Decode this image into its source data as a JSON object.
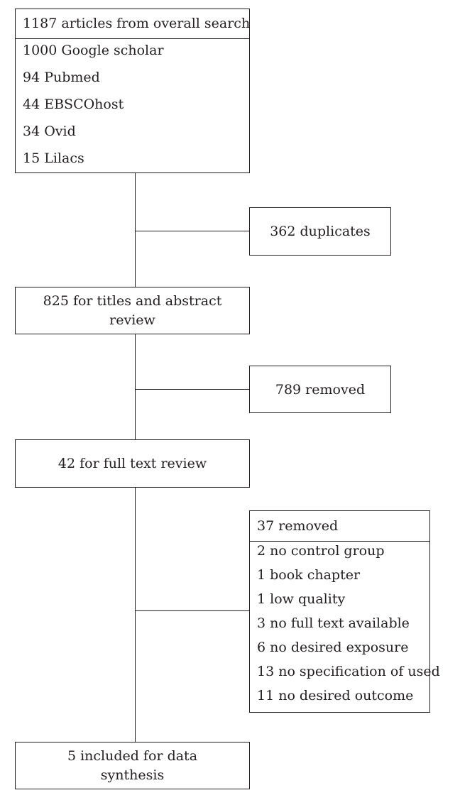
{
  "search": {
    "header": "1187 articles from overall search",
    "sources": [
      "1000 Google scholar",
      "94 Pubmed",
      "44 EBSCOhost",
      "34 Ovid",
      "15 Lilacs"
    ]
  },
  "duplicates": "362 duplicates",
  "title_review": [
    "825 for titles and abstract",
    "review"
  ],
  "removed_1": "789 removed",
  "full_text": "42 for full text review",
  "removed_2": {
    "header": "37 removed",
    "reasons": [
      "2 no control group",
      "1 book chapter",
      "1 low quality",
      "3 no full text available",
      "6 no desired exposure",
      "13 no specification of used",
      "11 no desired outcome"
    ]
  },
  "included": [
    "5 included for data",
    "synthesis"
  ]
}
